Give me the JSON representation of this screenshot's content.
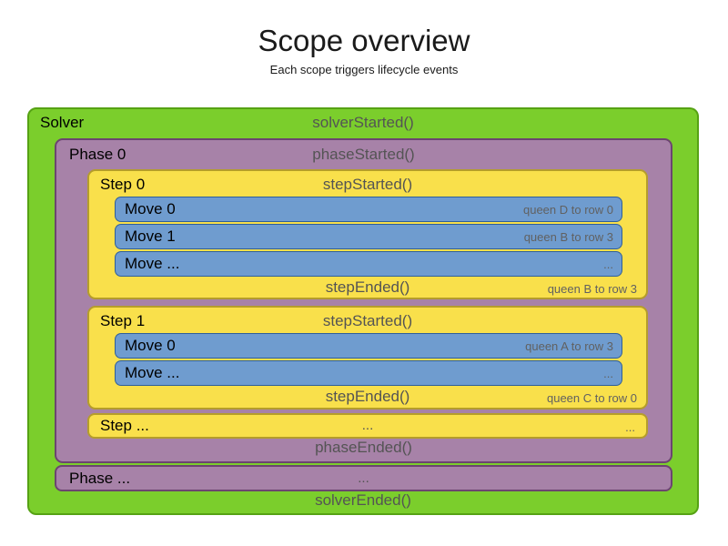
{
  "title": "Scope overview",
  "subtitle": "Each scope triggers lifecycle events",
  "colors": {
    "solver-bg": "#7bce2c",
    "solver-border": "#56a214",
    "phase-bg": "#a782a8",
    "phase-border": "#6c4470",
    "step-bg": "#f9e04b",
    "step-border": "#b59d2b",
    "move-bg": "#6f9ccf",
    "move-border": "#2f5f99",
    "label-text": "#000000",
    "event-text": "#545454",
    "note-text": "#616161"
  },
  "solver": {
    "label": "Solver",
    "started": "solverStarted()",
    "ended": "solverEnded()",
    "phase": {
      "label": "Phase 0",
      "started": "phaseStarted()",
      "ended": "phaseEnded()",
      "steps": [
        {
          "label": "Step 0",
          "started": "stepStarted()",
          "ended": "stepEnded()",
          "ended_note": "queen B to row 3",
          "moves": [
            {
              "label": "Move 0",
              "note": "queen D to row 0"
            },
            {
              "label": "Move 1",
              "note": "queen B to row 3"
            },
            {
              "label": "Move ...",
              "note": "..."
            }
          ]
        },
        {
          "label": "Step 1",
          "started": "stepStarted()",
          "ended": "stepEnded()",
          "ended_note": "queen C to row 0",
          "moves": [
            {
              "label": "Move 0",
              "note": "queen A to row 3"
            },
            {
              "label": "Move ...",
              "note": "..."
            }
          ]
        },
        {
          "label": "Step ...",
          "center_note": "...",
          "right_note": "..."
        }
      ]
    },
    "phase_more": {
      "label": "Phase ...",
      "center_note": "..."
    }
  }
}
